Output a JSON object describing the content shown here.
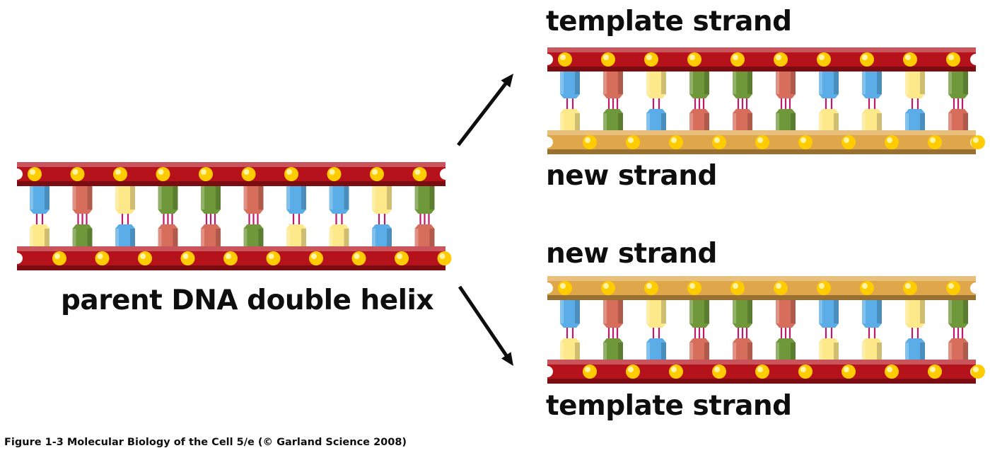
{
  "labels": {
    "parent": "parent DNA double helix",
    "top_template": "template strand",
    "top_new": "new strand",
    "bottom_new": "new strand",
    "bottom_template": "template strand"
  },
  "caption": "Figure 1-3  Molecular Biology of the Cell 5/e (© Garland Science 2008)",
  "colors": {
    "template_strand": "#b5121b",
    "new_strand": "#e0a64a",
    "phosphate": "#ffcc00",
    "base_blue": "#5aade6",
    "base_yellow": "#fde88a",
    "base_green": "#6e983a",
    "base_salmon": "#d66e5b",
    "hydrogen_bond": "#c0186a",
    "arrow": "#0e0e0e"
  },
  "base_pairs": [
    {
      "upper": "blue",
      "lower": "yellow",
      "bonds": 2
    },
    {
      "upper": "salmon",
      "lower": "green",
      "bonds": 3
    },
    {
      "upper": "yellow",
      "lower": "blue",
      "bonds": 2
    },
    {
      "upper": "green",
      "lower": "salmon",
      "bonds": 3
    },
    {
      "upper": "green",
      "lower": "salmon",
      "bonds": 3
    },
    {
      "upper": "salmon",
      "lower": "green",
      "bonds": 3
    },
    {
      "upper": "blue",
      "lower": "yellow",
      "bonds": 2
    },
    {
      "upper": "blue",
      "lower": "yellow",
      "bonds": 2
    },
    {
      "upper": "yellow",
      "lower": "blue",
      "bonds": 2
    },
    {
      "upper": "green",
      "lower": "salmon",
      "bonds": 3
    }
  ],
  "helices": [
    {
      "id": "parent",
      "upper_strand": "template",
      "lower_strand": "template"
    },
    {
      "id": "daughter-top",
      "upper_strand": "template",
      "lower_strand": "new"
    },
    {
      "id": "daughter-bottom",
      "upper_strand": "new",
      "lower_strand": "template"
    }
  ]
}
